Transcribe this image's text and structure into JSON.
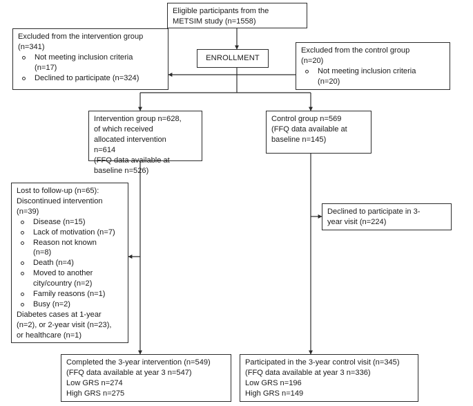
{
  "diagram": {
    "title": "CONSORT-style participant flow diagram",
    "stroke_color": "#2b2b2b",
    "background_color": "#ffffff",
    "nodes": {
      "eligible": {
        "lines": [
          "Eligible participants from the",
          "METSIM study (n=1558)"
        ]
      },
      "enrollment": {
        "label": "ENROLLMENT"
      },
      "excluded_intervention": {
        "lines": [
          "Excluded from the intervention group",
          "(n=341)"
        ],
        "bullets": [
          {
            "text": "Not meeting inclusion criteria",
            "sub": "(n=17)"
          },
          {
            "text": "Declined to participate (n=324)",
            "sub": ""
          }
        ]
      },
      "excluded_control": {
        "lines": [
          "Excluded from the control group",
          "(n=20)"
        ],
        "bullets": [
          {
            "text": "Not meeting inclusion criteria",
            "sub": "(n=20)"
          }
        ]
      },
      "intervention_group": {
        "lines": [
          "Intervention group n=628,",
          "of which received",
          "allocated intervention",
          "n=614",
          "(FFQ data available at",
          "baseline n=526)"
        ]
      },
      "control_group": {
        "lines": [
          "Control group n=569",
          "(FFQ data available at",
          "baseline n=145)"
        ]
      },
      "lost_followup": {
        "lines_top": [
          "Lost to follow-up (n=65):",
          "Discontinued intervention",
          "(n=39)"
        ],
        "bullets": [
          {
            "text": "Disease (n=15)",
            "sub": ""
          },
          {
            "text": "Lack of motivation (n=7)",
            "sub": ""
          },
          {
            "text": "Reason not known",
            "sub": "(n=8)"
          },
          {
            "text": "Death (n=4)",
            "sub": ""
          },
          {
            "text": "Moved to another",
            "sub": "city/country (n=2)"
          },
          {
            "text": "Family reasons (n=1)",
            "sub": ""
          },
          {
            "text": "Busy (n=2)",
            "sub": ""
          }
        ],
        "lines_bottom": [
          "Diabetes cases at 1-year",
          "(n=2), or 2-year visit (n=23),",
          "or healthcare (n=1)"
        ]
      },
      "declined_3year": {
        "lines": [
          "Declined to participate in 3-",
          "year visit (n=224)"
        ]
      },
      "completed_intervention": {
        "lines": [
          "Completed the 3-year intervention (n=549)",
          "(FFQ data available at year 3 n=547)",
          "Low GRS n=274",
          "High GRS n=275"
        ]
      },
      "participated_control": {
        "lines": [
          "Participated in the 3-year control visit (n=345)",
          "(FFQ data available at year 3 n=336)",
          "Low GRS n=196",
          "High GRS n=149"
        ]
      }
    }
  }
}
